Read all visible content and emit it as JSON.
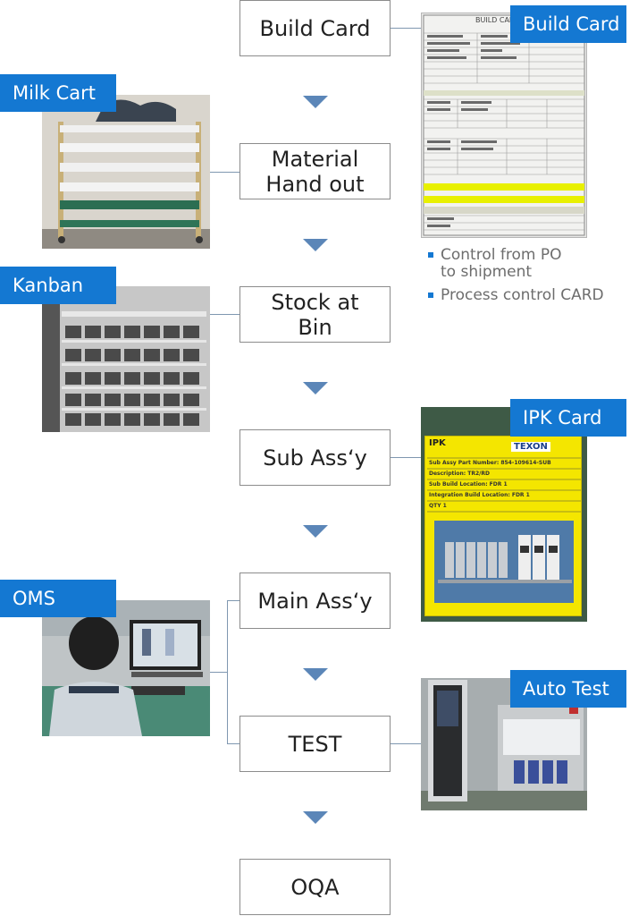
{
  "steps": [
    "Build Card",
    "Material\nHand out",
    "Stock at\nBin",
    "Sub Ass‘y",
    "Main Ass‘y",
    "TEST",
    "OQA"
  ],
  "tags": {
    "build_card": "Build Card",
    "milk_cart": "Milk Cart",
    "kanban": "Kanban",
    "ipk_card": "IPK Card",
    "oms": "OMS",
    "auto_test": "Auto Test"
  },
  "bullets": [
    "Control from PO\nto shipment",
    "Process control CARD"
  ],
  "ipk_card_image": {
    "heading": "IPK",
    "brand": "TEXON",
    "lines": [
      "Sub Assy Part Number: 854-109614-SUB",
      "Description: TR2/RD",
      "Sub Build Location: FDR 1",
      "Integration Build Location: FDR 1",
      "QTY 1"
    ]
  },
  "build_card_image": {
    "title": "BUILD CARD"
  },
  "colors": {
    "accent": "#1478d2",
    "arrow": "#5b86b8",
    "connector": "#7f97b0",
    "box_border": "#8c8c8c",
    "bullet_text": "#6d6d6d",
    "ipk_yellow": "#f4e600"
  }
}
